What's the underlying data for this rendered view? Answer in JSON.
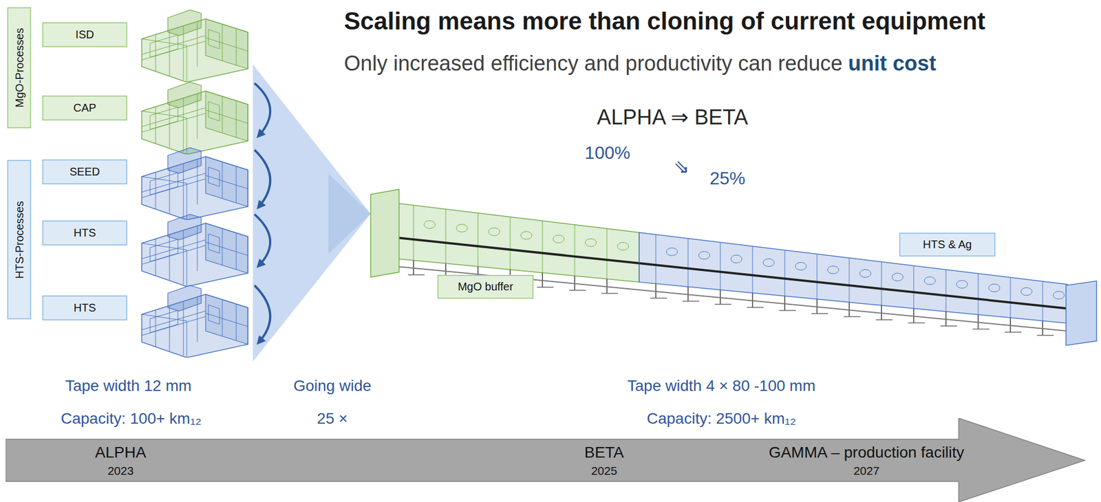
{
  "diagram": {
    "title": "Scaling means more than cloning of current equipment",
    "nodes": [
      {
        "text": [
          "MgO-Processes"
        ]
      },
      {
        "text": [
          "ISD"
        ]
      },
      {
        "text": [
          "CAP"
        ]
      },
      {
        "text": [
          "HTS-Processes"
        ]
      },
      {
        "text": [
          "SEED"
        ]
      },
      {
        "text": [
          "HTS"
        ]
      },
      {
        "text": [
          "HTS"
        ]
      },
      {
        "text": [
          "MgO buffer"
        ]
      },
      {
        "text": [
          "HTS & Ag"
        ]
      },
      {
        "text": [
          "ALPHA",
          "2023",
          "BETA",
          "2025",
          "GAMMA – production facility",
          "2027"
        ]
      }
    ],
    "labels": [
      "Only increased efficiency and productivity can reduce",
      "unit cost",
      "ALPHA ⇒ BETA",
      "100%",
      "⇘",
      "25%",
      "Tape width 12 mm",
      "Capacity: 100+ km₁₂",
      "Going wide",
      "25 ×",
      "Tape width 4 × 80 -100 mm",
      "Capacity: 2500+ km₁₂"
    ]
  }
}
